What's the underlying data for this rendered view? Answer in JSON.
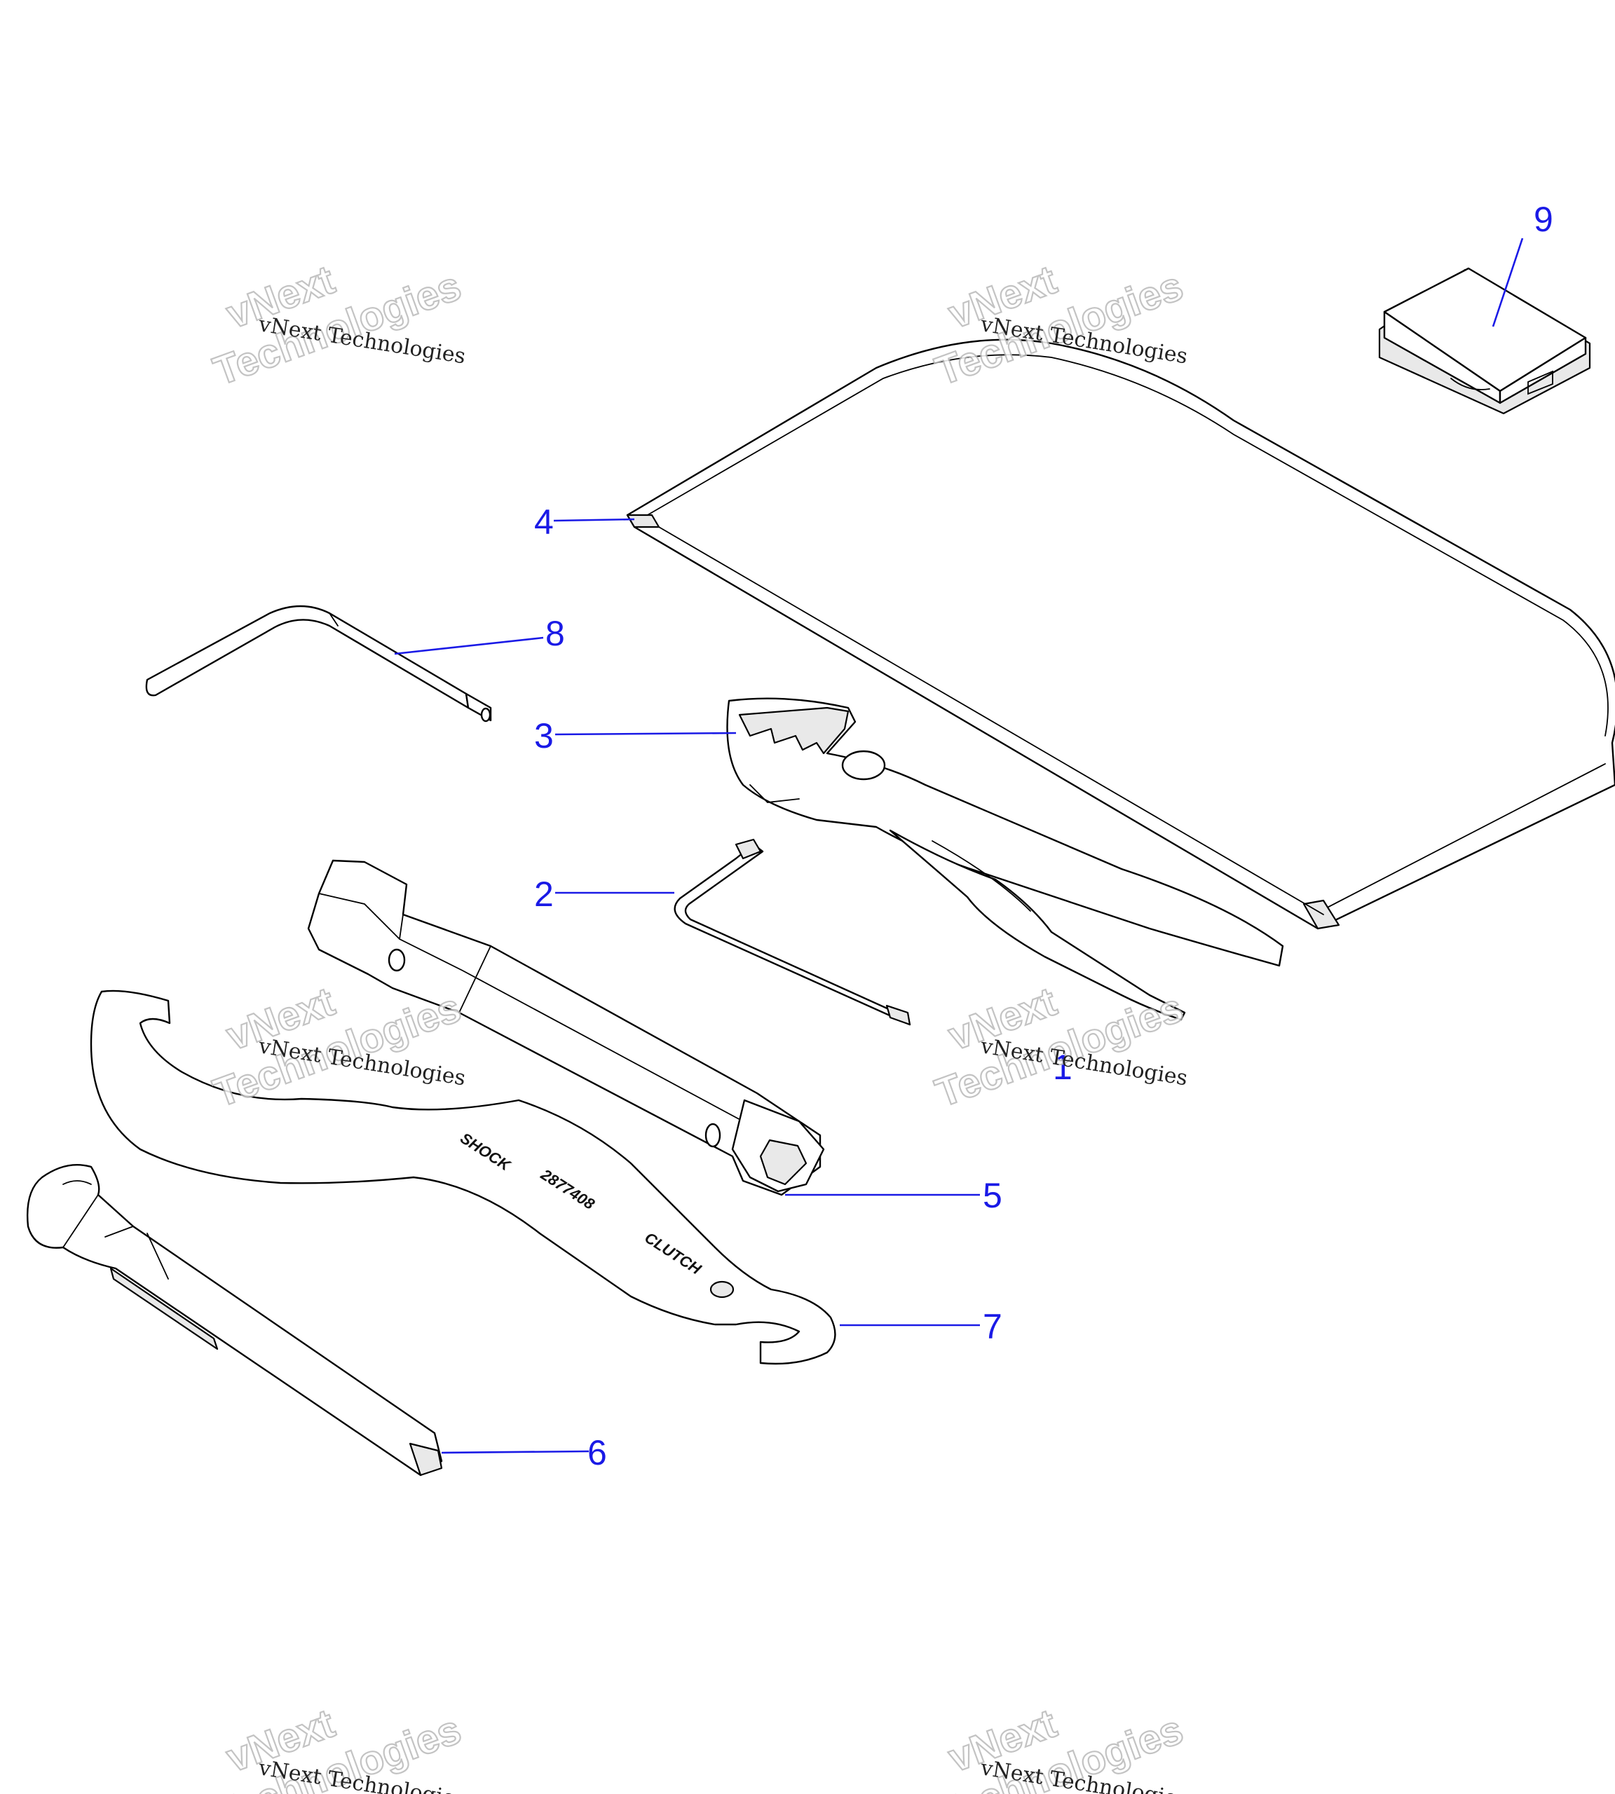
{
  "diagram": {
    "callouts": [
      "1",
      "2",
      "3",
      "4",
      "5",
      "6",
      "7",
      "8",
      "9"
    ],
    "watermark": {
      "small_text": "vNext Technologies",
      "big_line1": "vNext",
      "big_line2": "Technologies"
    },
    "part_markings": {
      "spanner_text_1": "SHOCK",
      "spanner_text_2": "2877408",
      "spanner_text_3": "CLUTCH"
    }
  }
}
